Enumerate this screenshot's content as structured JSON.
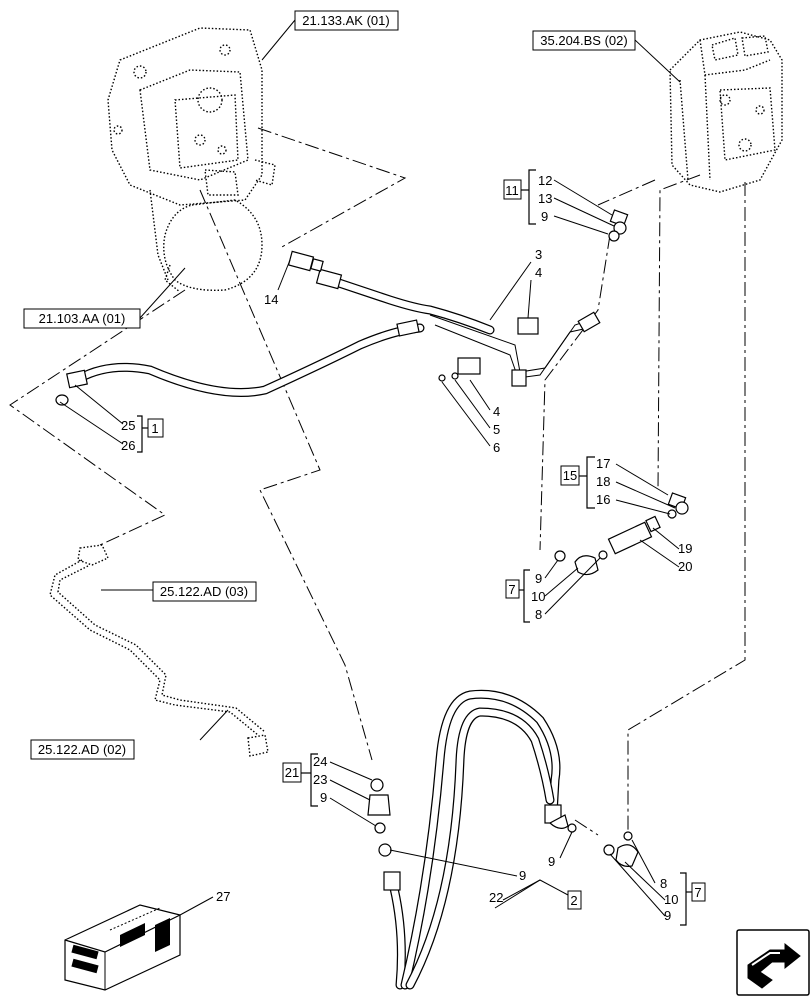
{
  "references": {
    "r_21133ak": "21.133.AK (01)",
    "r_35204bs": "35.204.BS (02)",
    "r_21103aa": "21.103.AA (01)",
    "r_25122ad03": "25.122.AD (03)",
    "r_25122ad02": "25.122.AD (02)"
  },
  "kits": {
    "k11": "11",
    "k1": "1",
    "k15": "15",
    "k7a": "7",
    "k21": "21",
    "k2": "2",
    "k7b": "7"
  },
  "callouts": {
    "c12": "12",
    "c13": "13",
    "c9a": "9",
    "c3": "3",
    "c4a": "4",
    "c14": "14",
    "c4b": "4",
    "c5": "5",
    "c6": "6",
    "c25": "25",
    "c26": "26",
    "c17": "17",
    "c18": "18",
    "c16": "16",
    "c19": "19",
    "c20": "20",
    "c9b": "9",
    "c10a": "10",
    "c8a": "8",
    "c24": "24",
    "c23": "23",
    "c9c": "9",
    "c9d": "9",
    "c22": "22",
    "c9e": "9",
    "c8b": "8",
    "c10b": "10",
    "c9f": "9",
    "c27": "27"
  },
  "icons": {
    "nav": "next-page-arrow-icon",
    "crate": "parts-crate-icon"
  }
}
